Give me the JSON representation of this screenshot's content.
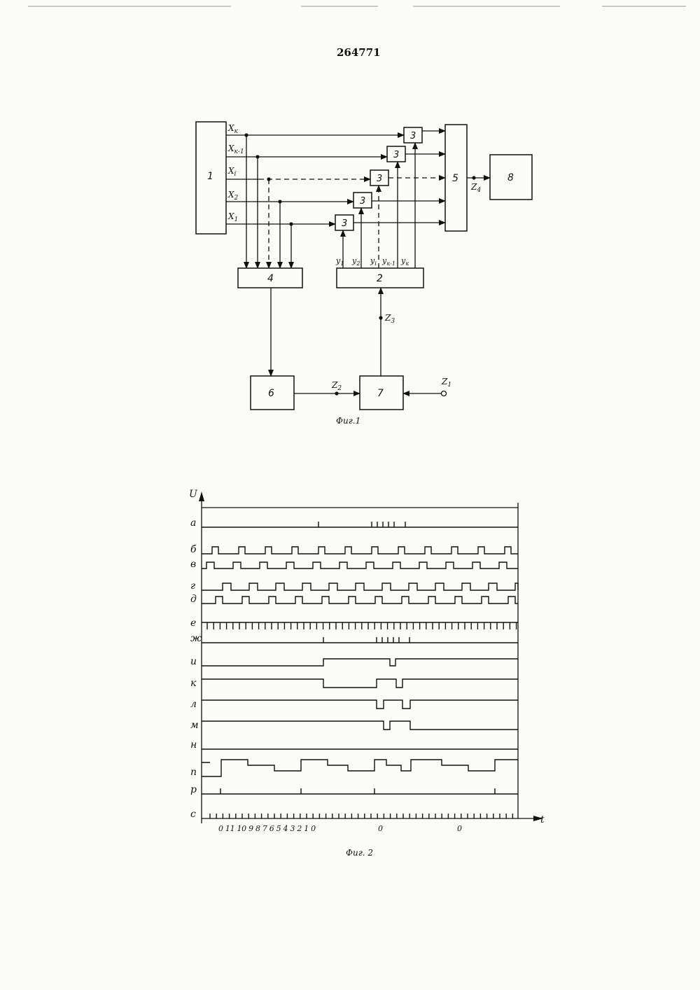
{
  "header": {
    "patent_number": "264771"
  },
  "fig1": {
    "caption": "Фиг.1",
    "blocks": {
      "b1": "1",
      "b2": "2",
      "b3": "3",
      "b4": "4",
      "b5": "5",
      "b6": "6",
      "b7": "7",
      "b8": "8"
    },
    "x_labels": {
      "xk": "X",
      "xk_sub": "к",
      "xk1": "X",
      "xk1_sub": "к-1",
      "xi": "X",
      "xi_sub": "i",
      "x2": "X",
      "x2_sub": "2",
      "x1": "X",
      "x1_sub": "1"
    },
    "y_labels": {
      "y1": "у",
      "y1_sub": "1",
      "y2": "у",
      "y2_sub": "2",
      "yi": "у",
      "yi_sub": "i",
      "yk1": "у",
      "yk1_sub": "к-1",
      "yk": "у",
      "yk_sub": "к"
    },
    "z_labels": {
      "z1": "Z",
      "z1_sub": "1",
      "z2": "Z",
      "z2_sub": "2",
      "z3": "Z",
      "z3_sub": "3",
      "z4": "Z",
      "z4_sub": "4"
    }
  },
  "fig2": {
    "caption": "Фиг. 2",
    "y_axis_label": "U",
    "x_axis_label": "t",
    "row_labels": [
      "а",
      "б",
      "в",
      "г",
      "д",
      "е",
      "ж",
      "и",
      "к",
      "л",
      "м",
      "н",
      "п",
      "р",
      "с"
    ],
    "time_labels": {
      "count_sequence": "0 11 10 9 8 7 6 5 4 3 2 1 0",
      "zero_a": "0",
      "zero_b": "0"
    }
  }
}
